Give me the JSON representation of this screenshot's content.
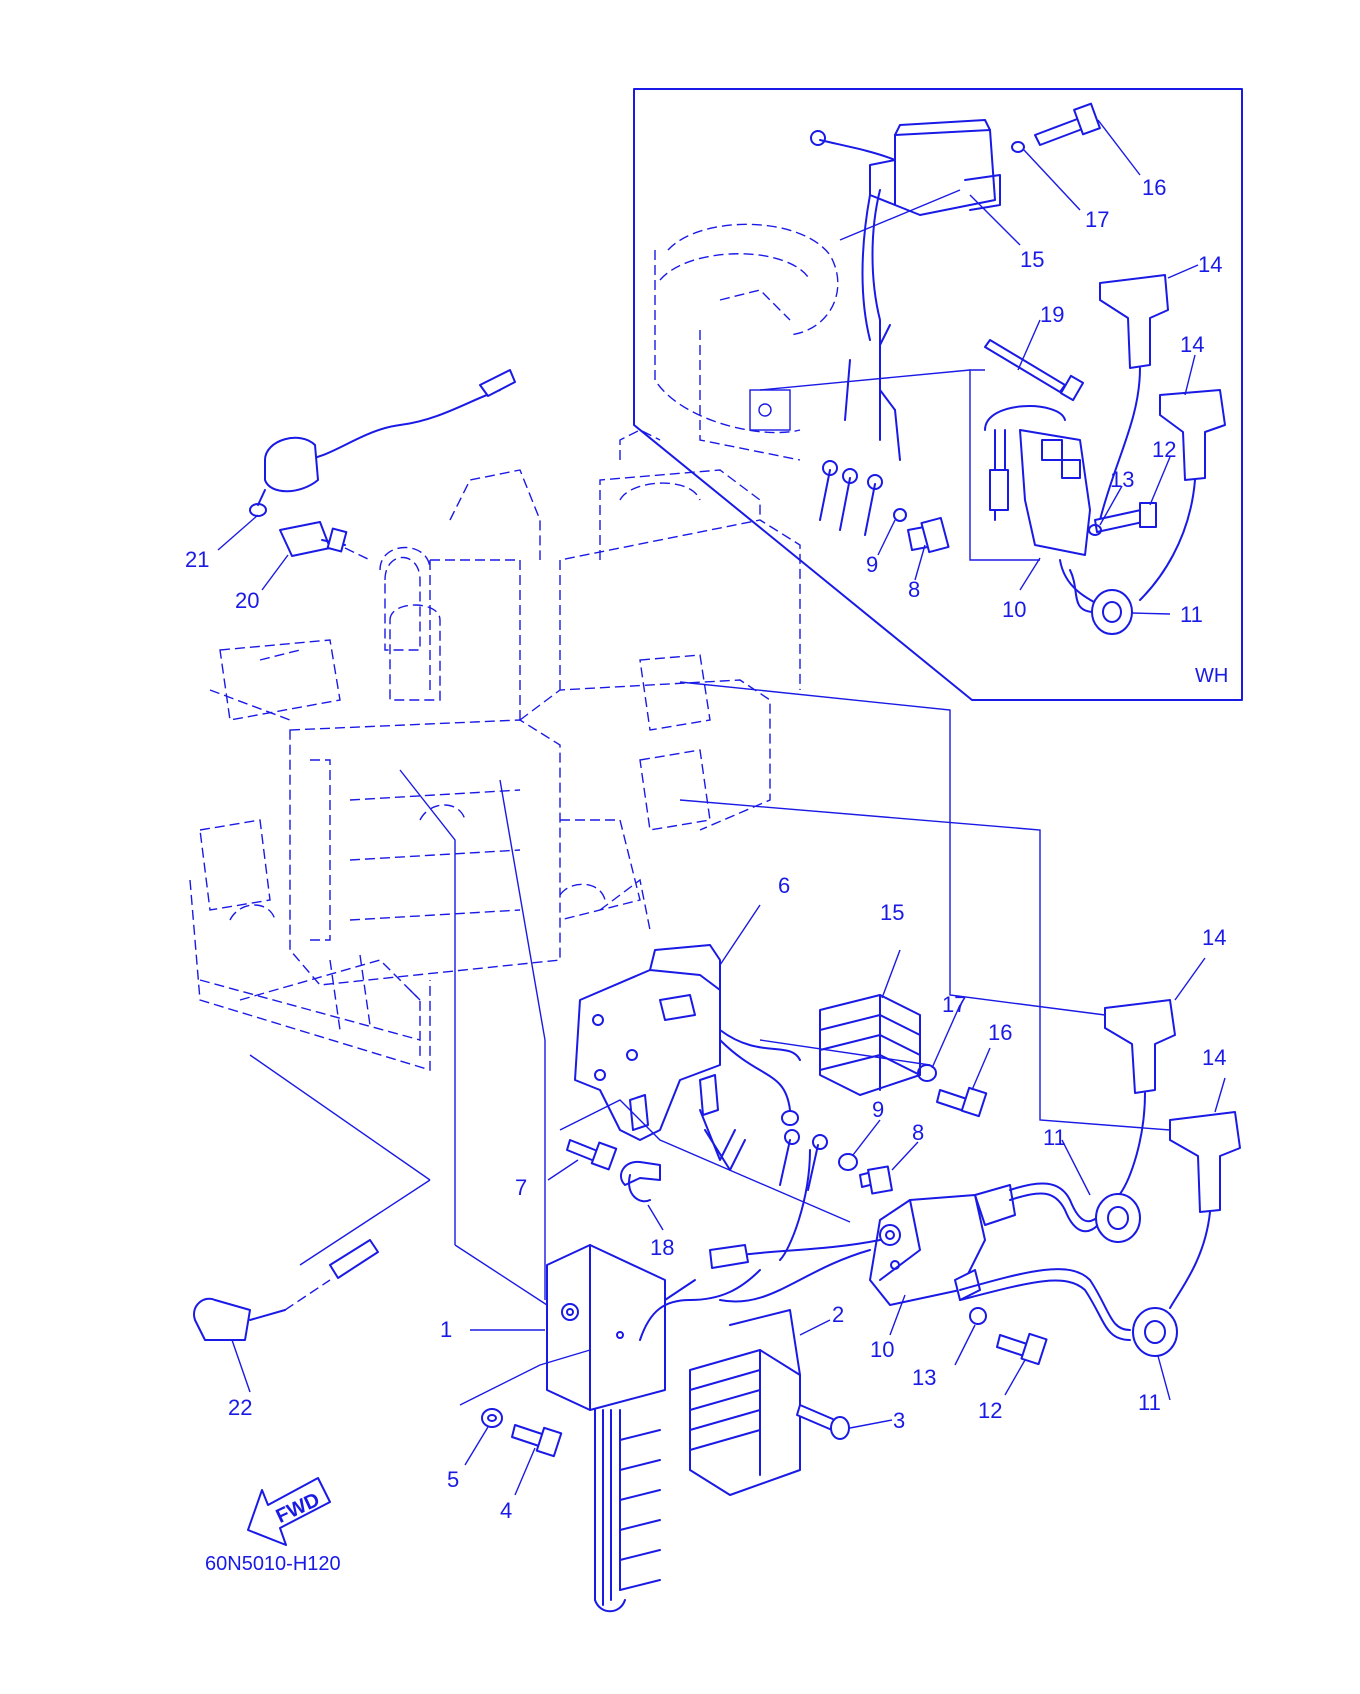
{
  "diagram_code": "60N5010-H120",
  "inset_tag": "WH",
  "fwd_label": "FWD",
  "colors": {
    "line": "#1a1ae6",
    "background": "#ffffff"
  },
  "callouts": [
    {
      "key": "c1",
      "text": "1"
    },
    {
      "key": "c2",
      "text": "2"
    },
    {
      "key": "c3",
      "text": "3"
    },
    {
      "key": "c4",
      "text": "4"
    },
    {
      "key": "c5",
      "text": "5"
    },
    {
      "key": "c6",
      "text": "6"
    },
    {
      "key": "c7",
      "text": "7"
    },
    {
      "key": "c8",
      "text": "8"
    },
    {
      "key": "c9",
      "text": "9"
    },
    {
      "key": "c10",
      "text": "10"
    },
    {
      "key": "c11a",
      "text": "11"
    },
    {
      "key": "c11b",
      "text": "11"
    },
    {
      "key": "c12",
      "text": "12"
    },
    {
      "key": "c13",
      "text": "13"
    },
    {
      "key": "c14a",
      "text": "14"
    },
    {
      "key": "c14b",
      "text": "14"
    },
    {
      "key": "c15",
      "text": "15"
    },
    {
      "key": "c16",
      "text": "16"
    },
    {
      "key": "c17",
      "text": "17"
    },
    {
      "key": "c18",
      "text": "18"
    },
    {
      "key": "c20",
      "text": "20"
    },
    {
      "key": "c21",
      "text": "21"
    },
    {
      "key": "c22",
      "text": "22"
    },
    {
      "key": "i8",
      "text": "8"
    },
    {
      "key": "i9",
      "text": "9"
    },
    {
      "key": "i10",
      "text": "10"
    },
    {
      "key": "i11",
      "text": "11"
    },
    {
      "key": "i12",
      "text": "12"
    },
    {
      "key": "i13",
      "text": "13"
    },
    {
      "key": "i14a",
      "text": "14"
    },
    {
      "key": "i14b",
      "text": "14"
    },
    {
      "key": "i15",
      "text": "15"
    },
    {
      "key": "i16",
      "text": "16"
    },
    {
      "key": "i17",
      "text": "17"
    },
    {
      "key": "i19",
      "text": "19"
    }
  ]
}
